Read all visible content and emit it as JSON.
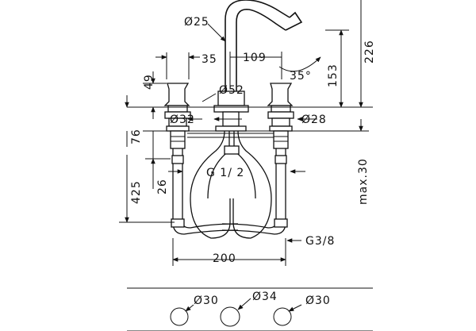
{
  "diagram": {
    "labels": {
      "d25": "Ø25",
      "d35": "35",
      "d109": "109",
      "angle35": "35°",
      "d153": "153",
      "d226": "226",
      "d49": "49",
      "d52": "Ø52",
      "d32": "Ø32",
      "d28": "Ø28",
      "d76": "76",
      "d425": "425",
      "d26": "26",
      "g12": "G 1/ 2",
      "max30": "max.30",
      "g38": "G3/8",
      "d200": "200",
      "bottom_left": "Ø30",
      "bottom_mid": "Ø34",
      "bottom_right": "Ø30"
    }
  }
}
